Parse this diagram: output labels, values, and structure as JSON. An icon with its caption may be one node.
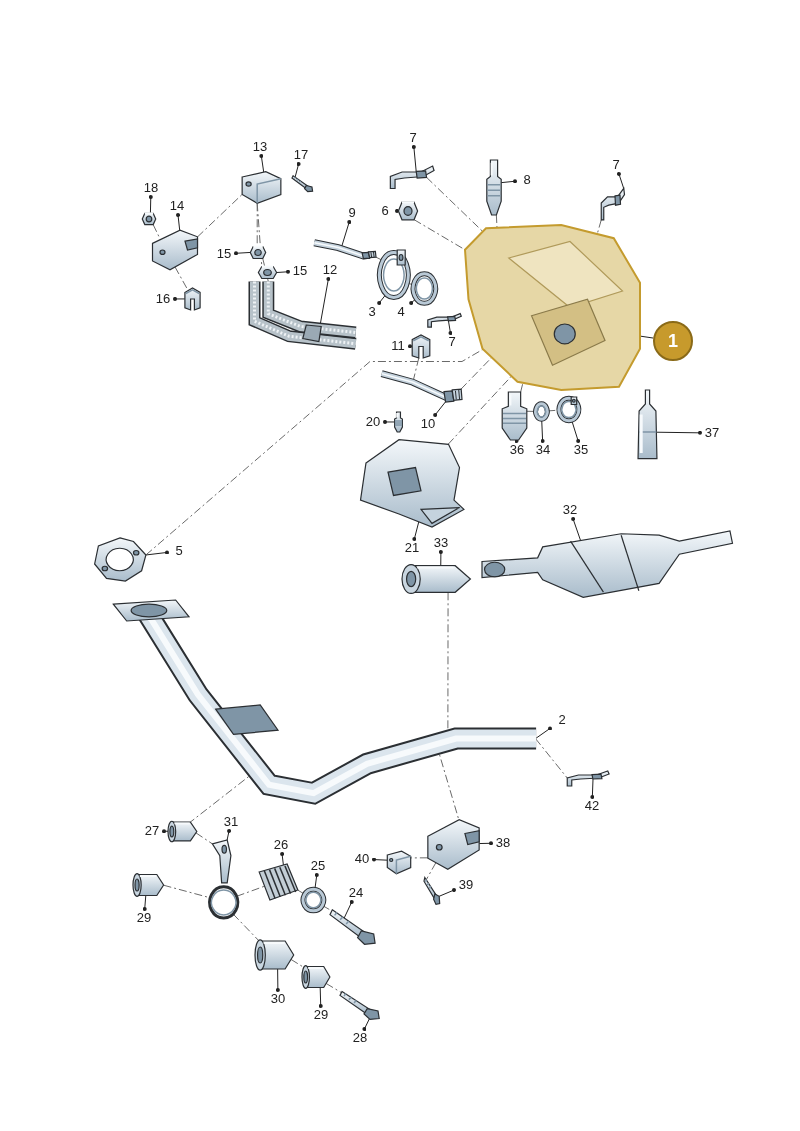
{
  "diagram": {
    "nodes": [
      {
        "text": [
          "1"
        ]
      },
      {
        "text": [],
        "shape": "picture"
      },
      {
        "text": [
          "2"
        ]
      },
      {
        "text": [],
        "shape": "picture"
      },
      {
        "text": [
          "3"
        ]
      },
      {
        "text": [],
        "shape": "picture"
      },
      {
        "text": [
          "4"
        ]
      },
      {
        "text": [],
        "shape": "picture"
      },
      {
        "text": [
          "5"
        ]
      },
      {
        "text": [],
        "shape": "picture"
      },
      {
        "text": [
          "6"
        ]
      },
      {
        "text": [],
        "shape": "picture"
      },
      {
        "text": [
          "7"
        ]
      },
      {
        "text": [],
        "shape": "picture"
      },
      {
        "text": [
          "7"
        ]
      },
      {
        "text": [],
        "shape": "picture"
      },
      {
        "text": [
          "7"
        ]
      },
      {
        "text": [],
        "shape": "picture"
      },
      {
        "text": [
          "8"
        ]
      },
      {
        "text": [],
        "shape": "picture"
      },
      {
        "text": [
          "9"
        ]
      },
      {
        "text": [],
        "shape": "picture"
      },
      {
        "text": [
          "10"
        ]
      },
      {
        "text": [],
        "shape": "picture"
      },
      {
        "text": [
          "11"
        ]
      },
      {
        "text": [],
        "shape": "picture"
      },
      {
        "text": [
          "12"
        ]
      },
      {
        "text": [],
        "shape": "picture"
      },
      {
        "text": [
          "13"
        ]
      },
      {
        "text": [],
        "shape": "picture"
      },
      {
        "text": [
          "14"
        ]
      },
      {
        "text": [],
        "shape": "picture"
      },
      {
        "text": [
          "15"
        ]
      },
      {
        "text": [],
        "shape": "picture"
      },
      {
        "text": [
          "15"
        ]
      },
      {
        "text": [],
        "shape": "picture"
      },
      {
        "text": [
          "16"
        ]
      },
      {
        "text": [],
        "shape": "picture"
      },
      {
        "text": [
          "17"
        ]
      },
      {
        "text": [],
        "shape": "picture"
      },
      {
        "text": [
          "18"
        ]
      },
      {
        "text": [],
        "shape": "picture"
      },
      {
        "text": [
          "20"
        ]
      },
      {
        "text": [],
        "shape": "picture"
      },
      {
        "text": [
          "21"
        ]
      },
      {
        "text": [],
        "shape": "picture"
      },
      {
        "text": [
          "24"
        ]
      },
      {
        "text": [],
        "shape": "picture"
      },
      {
        "text": [
          "25"
        ]
      },
      {
        "text": [],
        "shape": "picture"
      },
      {
        "text": [
          "26"
        ]
      },
      {
        "text": [],
        "shape": "picture"
      },
      {
        "text": [
          "27"
        ]
      },
      {
        "text": [],
        "shape": "picture"
      },
      {
        "text": [
          "28"
        ]
      },
      {
        "text": [],
        "shape": "picture"
      },
      {
        "text": [
          "29"
        ]
      },
      {
        "text": [],
        "shape": "picture"
      },
      {
        "text": [
          "29"
        ]
      },
      {
        "text": [],
        "shape": "picture"
      },
      {
        "text": [
          "30"
        ]
      },
      {
        "text": [],
        "shape": "picture"
      },
      {
        "text": [
          "31"
        ]
      },
      {
        "text": [],
        "shape": "picture"
      },
      {
        "text": [
          "32"
        ]
      },
      {
        "text": [],
        "shape": "picture"
      },
      {
        "text": [
          "33"
        ]
      },
      {
        "text": [],
        "shape": "picture"
      },
      {
        "text": [
          "34"
        ]
      },
      {
        "text": [],
        "shape": "picture"
      },
      {
        "text": [
          "35"
        ]
      },
      {
        "text": [],
        "shape": "picture"
      },
      {
        "text": [
          "36"
        ]
      },
      {
        "text": [],
        "shape": "picture"
      },
      {
        "text": [
          "37"
        ]
      },
      {
        "text": [],
        "shape": "picture"
      },
      {
        "text": [
          "38"
        ]
      },
      {
        "text": [],
        "shape": "picture"
      },
      {
        "text": [
          "39"
        ]
      },
      {
        "text": [],
        "shape": "picture"
      },
      {
        "text": [
          "40"
        ]
      },
      {
        "text": [],
        "shape": "picture"
      },
      {
        "text": [
          "42"
        ]
      },
      {
        "text": [],
        "shape": "picture"
      }
    ],
    "edges": [
      {
        "from": 0,
        "to": 1,
        "arrow": "none"
      },
      {
        "from": 2,
        "to": 3,
        "arrow": "other"
      },
      {
        "from": 4,
        "to": 5,
        "arrow": "other"
      },
      {
        "from": 6,
        "to": 7,
        "arrow": "other"
      },
      {
        "from": 8,
        "to": 9,
        "arrow": "other"
      },
      {
        "from": 10,
        "to": 11,
        "arrow": "other"
      },
      {
        "from": 12,
        "to": 13,
        "arrow": "other"
      },
      {
        "from": 14,
        "to": 15,
        "arrow": "other"
      },
      {
        "from": 16,
        "to": 17,
        "arrow": "other"
      },
      {
        "from": 18,
        "to": 19,
        "arrow": "other"
      },
      {
        "from": 20,
        "to": 21,
        "arrow": "other"
      },
      {
        "from": 22,
        "to": 23,
        "arrow": "other"
      },
      {
        "from": 24,
        "to": 25,
        "arrow": "other"
      },
      {
        "from": 26,
        "to": 27,
        "arrow": "other"
      },
      {
        "from": 28,
        "to": 29,
        "arrow": "other"
      },
      {
        "from": 30,
        "to": 31,
        "arrow": "other"
      },
      {
        "from": 32,
        "to": 33,
        "arrow": "other"
      },
      {
        "from": 34,
        "to": 35,
        "arrow": "other"
      },
      {
        "from": 36,
        "to": 37,
        "arrow": "other"
      },
      {
        "from": 38,
        "to": 39,
        "arrow": "other"
      },
      {
        "from": 40,
        "to": 41,
        "arrow": "other"
      },
      {
        "from": 42,
        "to": 43,
        "arrow": "other"
      },
      {
        "from": 44,
        "to": 45,
        "arrow": "other"
      },
      {
        "from": 46,
        "to": 47,
        "arrow": "other"
      },
      {
        "from": 48,
        "to": 49,
        "arrow": "other"
      },
      {
        "from": 50,
        "to": 51,
        "arrow": "other"
      },
      {
        "from": 52,
        "to": 53,
        "arrow": "other"
      },
      {
        "from": 54,
        "to": 55,
        "arrow": "other"
      },
      {
        "from": 56,
        "to": 57,
        "arrow": "other"
      },
      {
        "from": 58,
        "to": 59,
        "arrow": "other"
      },
      {
        "from": 60,
        "to": 61,
        "arrow": "other"
      },
      {
        "from": 62,
        "to": 63,
        "arrow": "other"
      },
      {
        "from": 64,
        "to": 65,
        "arrow": "other"
      },
      {
        "from": 66,
        "to": 67,
        "arrow": "other"
      },
      {
        "from": 68,
        "to": 69,
        "arrow": "other"
      },
      {
        "from": 70,
        "to": 71,
        "arrow": "other"
      },
      {
        "from": 72,
        "to": 73,
        "arrow": "other"
      },
      {
        "from": 74,
        "to": 75,
        "arrow": "other"
      },
      {
        "from": 76,
        "to": 77,
        "arrow": "other"
      },
      {
        "from": 78,
        "to": 79,
        "arrow": "other"
      },
      {
        "from": 80,
        "to": 81,
        "arrow": "other"
      },
      {
        "from": 82,
        "to": 83,
        "arrow": "other"
      },
      {
        "from": 9,
        "to": 1,
        "arrow": "none",
        "style": "dashed"
      },
      {
        "from": 13,
        "to": 1,
        "arrow": "none",
        "style": "dashed"
      },
      {
        "from": 11,
        "to": 1,
        "arrow": "none",
        "style": "dashed"
      },
      {
        "from": 19,
        "to": 1,
        "arrow": "none",
        "style": "dashed"
      },
      {
        "from": 15,
        "to": 1,
        "arrow": "none",
        "style": "dashed"
      },
      {
        "from": 23,
        "to": 1,
        "arrow": "none",
        "style": "dashed"
      },
      {
        "from": 73,
        "to": 1,
        "arrow": "none",
        "style": "dashed"
      },
      {
        "from": 45,
        "to": 1,
        "arrow": "none",
        "style": "dashed"
      },
      {
        "from": 67,
        "to": 3,
        "arrow": "none",
        "style": "dashed"
      },
      {
        "from": 3,
        "to": 83,
        "arrow": "none",
        "style": "dashed"
      },
      {
        "from": 3,
        "to": 77,
        "arrow": "none",
        "style": "dashed"
      },
      {
        "from": 77,
        "to": 81,
        "arrow": "none",
        "style": "dashed"
      },
      {
        "from": 77,
        "to": 79,
        "arrow": "none",
        "style": "dashed"
      },
      {
        "from": 53,
        "to": 63,
        "arrow": "none",
        "style": "dashed"
      },
      {
        "from": 63,
        "to": 51,
        "arrow": "none",
        "style": "dashed"
      },
      {
        "from": 51,
        "to": 49,
        "arrow": "none",
        "style": "dashed"
      },
      {
        "from": 49,
        "to": 47,
        "arrow": "none",
        "style": "dashed"
      },
      {
        "from": 63,
        "to": 61,
        "arrow": "none",
        "style": "dashed"
      },
      {
        "from": 61,
        "to": 59,
        "arrow": "none",
        "style": "dashed"
      },
      {
        "from": 59,
        "to": 55,
        "arrow": "none",
        "style": "dashed"
      },
      {
        "from": 57,
        "to": 63,
        "arrow": "none",
        "style": "dashed"
      },
      {
        "from": 29,
        "to": 33,
        "arrow": "none",
        "style": "dashed"
      },
      {
        "from": 29,
        "to": 35,
        "arrow": "none",
        "style": "dashed"
      },
      {
        "from": 33,
        "to": 27,
        "arrow": "none",
        "style": "dashed"
      },
      {
        "from": 41,
        "to": 31,
        "arrow": "none",
        "style": "dashed"
      },
      {
        "from": 31,
        "to": 37,
        "arrow": "none",
        "style": "dashed"
      },
      {
        "from": 31,
        "to": 29,
        "arrow": "none",
        "style": "dashed"
      },
      {
        "from": 21,
        "to": 5,
        "arrow": "none",
        "style": "dashed"
      },
      {
        "from": 5,
        "to": 7,
        "arrow": "none",
        "style": "dashed"
      },
      {
        "from": 25,
        "to": 23,
        "arrow": "none",
        "style": "dashed"
      },
      {
        "from": 69,
        "to": 71,
        "arrow": "none",
        "style": "dashed"
      },
      {
        "from": 73,
        "to": 69,
        "arrow": "none",
        "style": "dashed"
      },
      {
        "from": 3,
        "to": 53,
        "arrow": "none",
        "style": "dashed"
      }
    ]
  }
}
